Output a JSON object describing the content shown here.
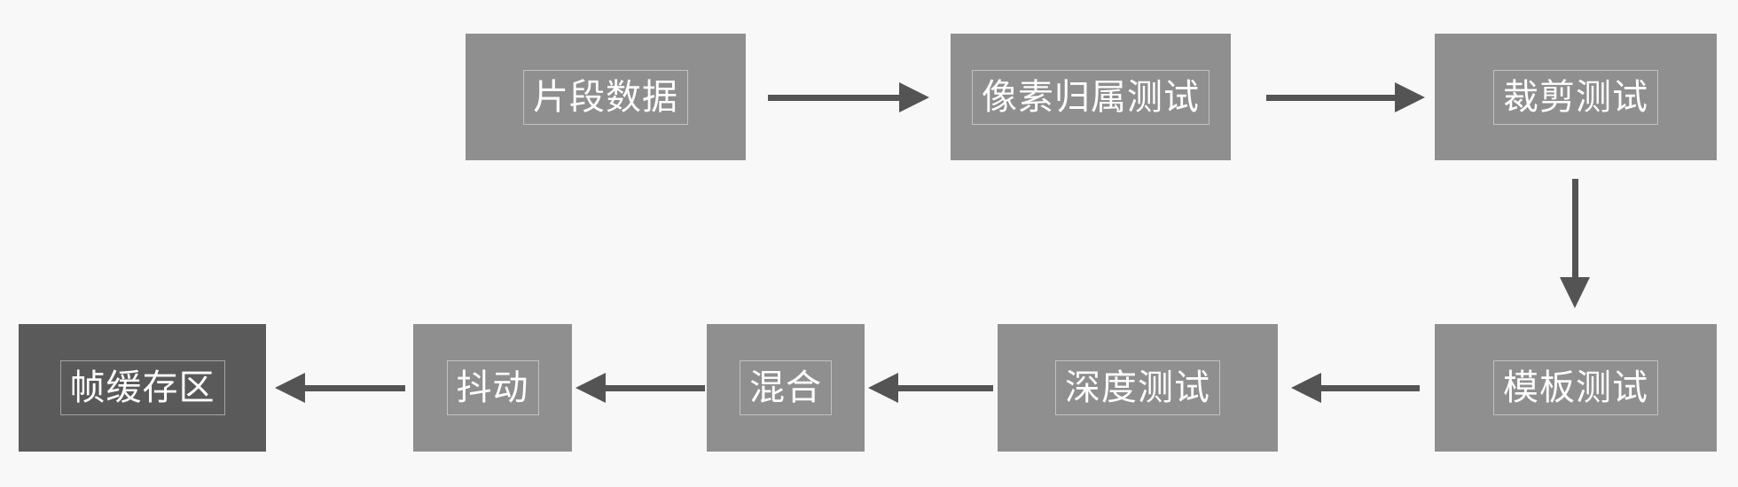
{
  "diagram_type": "flowchart",
  "nodes": [
    {
      "id": "fragment-data",
      "label": "片段数据"
    },
    {
      "id": "pixel-ownership-test",
      "label": "像素归属测试"
    },
    {
      "id": "scissor-test",
      "label": "裁剪测试"
    },
    {
      "id": "stencil-test",
      "label": "模板测试"
    },
    {
      "id": "depth-test",
      "label": "深度测试"
    },
    {
      "id": "blend",
      "label": "混合"
    },
    {
      "id": "dither",
      "label": "抖动"
    },
    {
      "id": "framebuffer",
      "label": "帧缓存区",
      "emphasis": "dark"
    }
  ],
  "edges": [
    {
      "from": "fragment-data",
      "to": "pixel-ownership-test",
      "direction": "right"
    },
    {
      "from": "pixel-ownership-test",
      "to": "scissor-test",
      "direction": "right"
    },
    {
      "from": "scissor-test",
      "to": "stencil-test",
      "direction": "down"
    },
    {
      "from": "stencil-test",
      "to": "depth-test",
      "direction": "left"
    },
    {
      "from": "depth-test",
      "to": "blend",
      "direction": "left"
    },
    {
      "from": "blend",
      "to": "dither",
      "direction": "left"
    },
    {
      "from": "dither",
      "to": "framebuffer",
      "direction": "left"
    }
  ],
  "colors": {
    "background": "#f8f8f8",
    "node_fill": "#8f8f8f",
    "node_fill_dark": "#5a5a5a",
    "arrow": "#545454",
    "label_text": "#ffffff",
    "label_frame_border": "rgba(255,255,255,0.45)"
  }
}
